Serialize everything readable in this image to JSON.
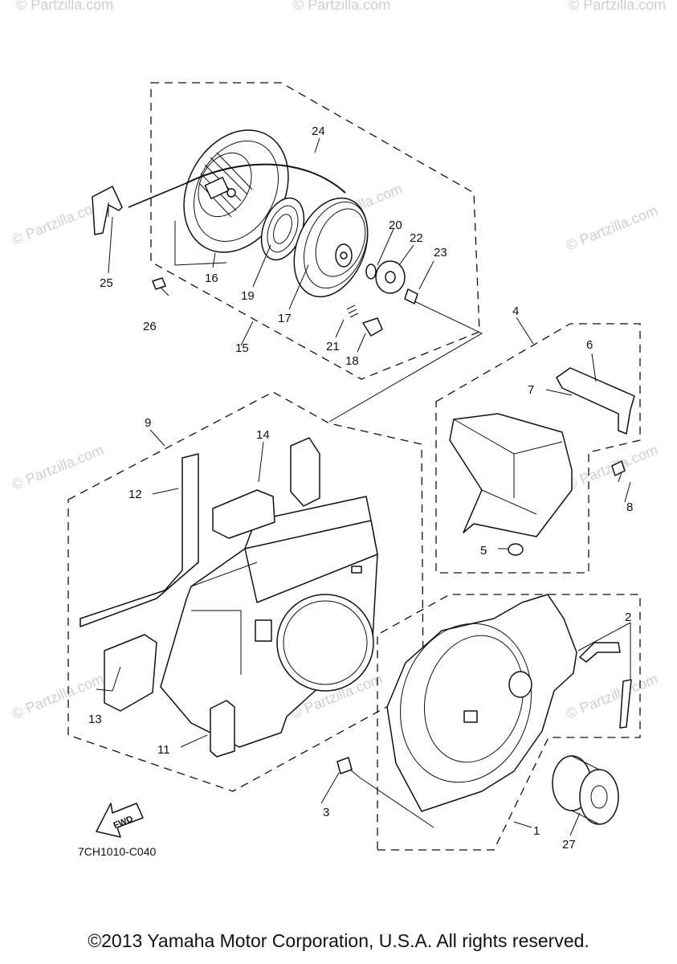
{
  "diagram": {
    "code": "7CH1010-C040",
    "fwd_label": "FWD",
    "watermark": "© Partzilla.com",
    "copyright": "©2013 Yamaha Motor Corporation, U.S.A. All rights reserved."
  },
  "callouts": [
    {
      "id": "callout-1",
      "text": "1"
    },
    {
      "id": "callout-2",
      "text": "2"
    },
    {
      "id": "callout-3",
      "text": "3"
    },
    {
      "id": "callout-4",
      "text": "4"
    },
    {
      "id": "callout-5",
      "text": "5"
    },
    {
      "id": "callout-6",
      "text": "6"
    },
    {
      "id": "callout-7",
      "text": "7"
    },
    {
      "id": "callout-8",
      "text": "8"
    },
    {
      "id": "callout-9",
      "text": "9"
    },
    {
      "id": "callout-11",
      "text": "11"
    },
    {
      "id": "callout-12",
      "text": "12"
    },
    {
      "id": "callout-13",
      "text": "13"
    },
    {
      "id": "callout-14",
      "text": "14"
    },
    {
      "id": "callout-15",
      "text": "15"
    },
    {
      "id": "callout-16",
      "text": "16"
    },
    {
      "id": "callout-17",
      "text": "17"
    },
    {
      "id": "callout-18",
      "text": "18"
    },
    {
      "id": "callout-19",
      "text": "19"
    },
    {
      "id": "callout-20",
      "text": "20"
    },
    {
      "id": "callout-21",
      "text": "21"
    },
    {
      "id": "callout-22",
      "text": "22"
    },
    {
      "id": "callout-23",
      "text": "23"
    },
    {
      "id": "callout-24",
      "text": "24"
    },
    {
      "id": "callout-25",
      "text": "25"
    },
    {
      "id": "callout-26",
      "text": "26"
    },
    {
      "id": "callout-27",
      "text": "27"
    }
  ]
}
